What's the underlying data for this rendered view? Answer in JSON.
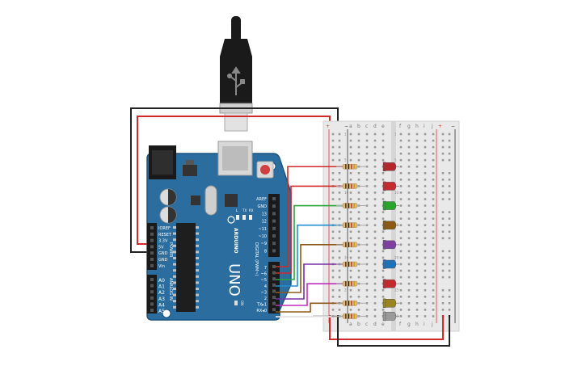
{
  "board": {
    "logo": "UNO",
    "brand": "ARDUINO",
    "power_header_title": "POWER",
    "analog_header_title": "ANALOG IN",
    "digital_header_title": "DIGITAL (PWM~)",
    "power_pins": [
      "IOREF",
      "RESET",
      "3.3V",
      "5V",
      "GND",
      "GND",
      "Vin"
    ],
    "analog_pins": [
      "A0",
      "A1",
      "A2",
      "A3",
      "A4",
      "A5"
    ],
    "top_pins": [
      "AREF",
      "GND",
      "13",
      "12",
      "~11",
      "~10",
      "~9",
      "8"
    ],
    "bottom_pins": [
      "7",
      "~6",
      "~5",
      "4",
      "~3",
      "2",
      "TX▸1",
      "RX◂0"
    ],
    "leds": [
      "L",
      "TX",
      "RX"
    ],
    "on_label": "ON",
    "colors": {
      "pcb": "#2a6d9e",
      "pcb_edge": "#1d5580"
    }
  },
  "breadboard": {
    "left_cols": [
      "a",
      "b",
      "c",
      "d",
      "e"
    ],
    "right_cols": [
      "f",
      "g",
      "h",
      "i",
      "j"
    ],
    "row_labels": [
      "1",
      "",
      "",
      "",
      "5",
      "",
      "",
      "",
      "",
      "10",
      "",
      "",
      "",
      "",
      "15",
      "",
      "",
      "",
      "",
      "20",
      "",
      "",
      "",
      "",
      "25",
      "",
      "",
      "",
      "29"
    ],
    "rail_plus": "+",
    "rail_minus": "−"
  },
  "circuit": {
    "leds": [
      {
        "color": "#b3262b",
        "pin": "7"
      },
      {
        "color": "#c42a30",
        "pin": "6"
      },
      {
        "color": "#2aa52f",
        "pin": "5"
      },
      {
        "color": "#8a5a14",
        "pin": "4"
      },
      {
        "color": "#7e3fa0",
        "pin": "3"
      },
      {
        "color": "#1f72b8",
        "pin": "2"
      },
      {
        "color": "#c22a2f",
        "pin": "1"
      },
      {
        "color": "#9a8520",
        "pin": "0"
      },
      {
        "color": "#9a9a9a",
        "pin": "A"
      }
    ],
    "wire_colors": [
      "#d12a2a",
      "#d12a2a",
      "#2aa33b",
      "#1e8fd0",
      "#8e5a1a",
      "#7a2fa8",
      "#c02fc0",
      "#8e5a1a",
      "#999999",
      "#eeeeee"
    ],
    "power_wire": "#d12a2a",
    "ground_wire": "#222222"
  }
}
